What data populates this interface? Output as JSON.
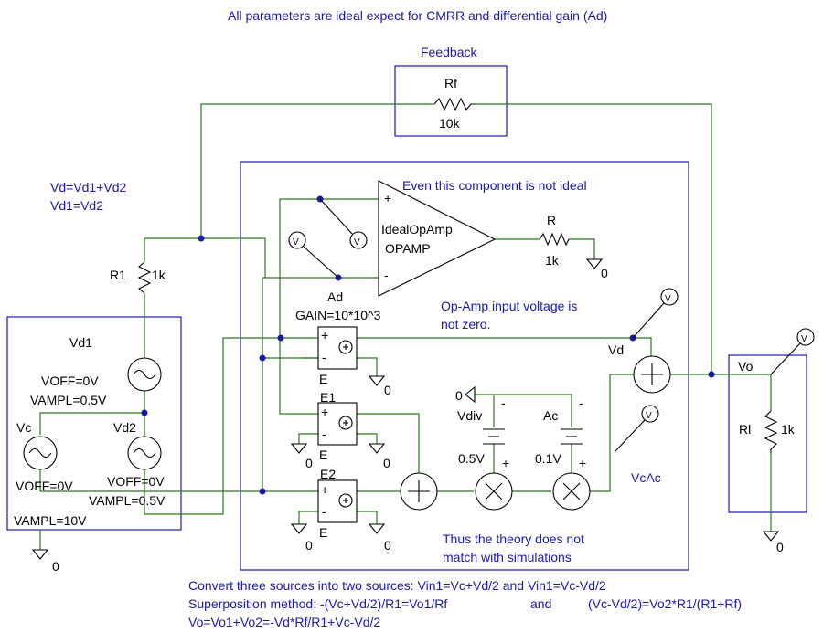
{
  "header_note": "All parameters are ideal expect for CMRR and differential gain (Ad)",
  "feedback": {
    "title": "Feedback",
    "resistor": "Rf",
    "value": "10k"
  },
  "source_relation": {
    "line1": "Vd=Vd1+Vd2",
    "line2": "Vd1=Vd2"
  },
  "r1": {
    "name": "R1",
    "value": "1k"
  },
  "vd1": {
    "name": "Vd1",
    "voff": "VOFF=0V",
    "vampl": "VAMPL=0.5V"
  },
  "vd2": {
    "name": "Vd2",
    "voff": "VOFF=0V",
    "vampl": "VAMPL=0.5V"
  },
  "vc": {
    "name": "Vc",
    "voff": "VOFF=0V",
    "vampl": "VAMPL=10V"
  },
  "opamp": {
    "note": "Even this component is not ideal",
    "part": "IdealOpAmp",
    "model": "OPAMP",
    "plus": "+",
    "minus": "-",
    "input_note_line1": "Op-Amp input voltage is",
    "input_note_line2": "not zero."
  },
  "r_out": {
    "name": "R",
    "value": "1k"
  },
  "ad": {
    "name": "Ad",
    "gain": "GAIN=10*10^3"
  },
  "e_labels": {
    "e": "E",
    "e1": "E1",
    "e2": "E2"
  },
  "vdiv": {
    "name": "Vdiv",
    "value": "0.5V"
  },
  "ac": {
    "name": "Ac",
    "value": "0.1V"
  },
  "nets": {
    "vd": "Vd",
    "vcac": "VcAc",
    "vo": "Vo"
  },
  "rl": {
    "name": "Rl",
    "value": "1k"
  },
  "ground": "0",
  "ground_left": "0V",
  "marker": "V",
  "sign_plus": "+",
  "sign_minus": "-",
  "conclusion_line1": "Thus the theory does not",
  "conclusion_line2": "match with simulations",
  "footer": {
    "line1": "Convert three sources into two sources: Vin1=Vc+Vd/2 and Vin1=Vc-Vd/2",
    "line2a": "Superposition method: -(Vc+Vd/2)/R1=Vo1/Rf",
    "line2b": "and",
    "line2c": "(Vc-Vd/2)=Vo2*R1/(R1+Rf)",
    "line3": "Vo=Vo1+Vo2=-Vd*Rf/R1+Vc-Vd/2"
  },
  "colors": {
    "wire": "#2a7a1e",
    "frame": "#1a1aa6",
    "text": "#1a1aa6"
  }
}
